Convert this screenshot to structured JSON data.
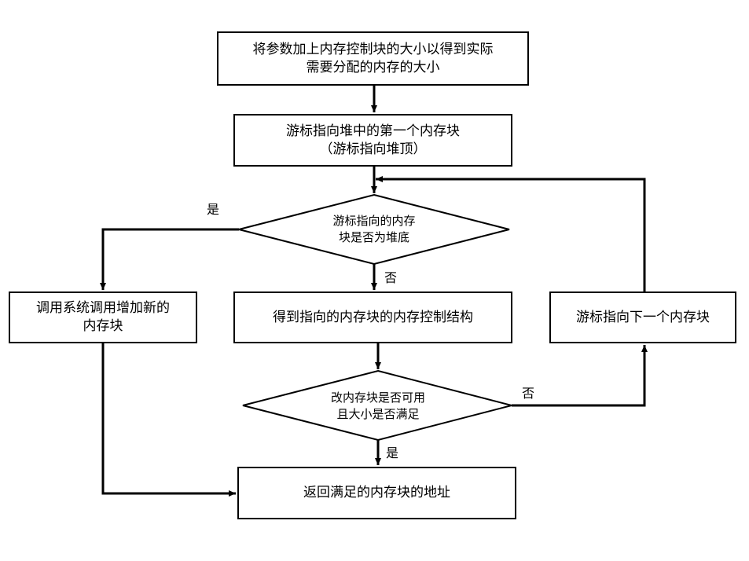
{
  "nodes": {
    "add_size": [
      "将参数加上内存控制块的大小以得到实际",
      "需要分配的内存的大小"
    ],
    "cursor_first": [
      "游标指向堆中的第一个内存块",
      "（游标指向堆顶）"
    ],
    "is_bottom": [
      "游标指向的内存",
      "块是否为堆底"
    ],
    "syscall": [
      "调用系统调用增加新的",
      "内存块"
    ],
    "get_ctrl": [
      "得到指向的内存块的内存控制结构"
    ],
    "cursor_next": [
      "游标指向下一个内存块"
    ],
    "is_usable": [
      "改内存块是否可用",
      "且大小是否满足"
    ],
    "return_addr": [
      "返回满足的内存块的地址"
    ]
  },
  "edge_labels": {
    "bottom_yes": "是",
    "bottom_no": "否",
    "usable_no": "否",
    "usable_yes": "是"
  }
}
